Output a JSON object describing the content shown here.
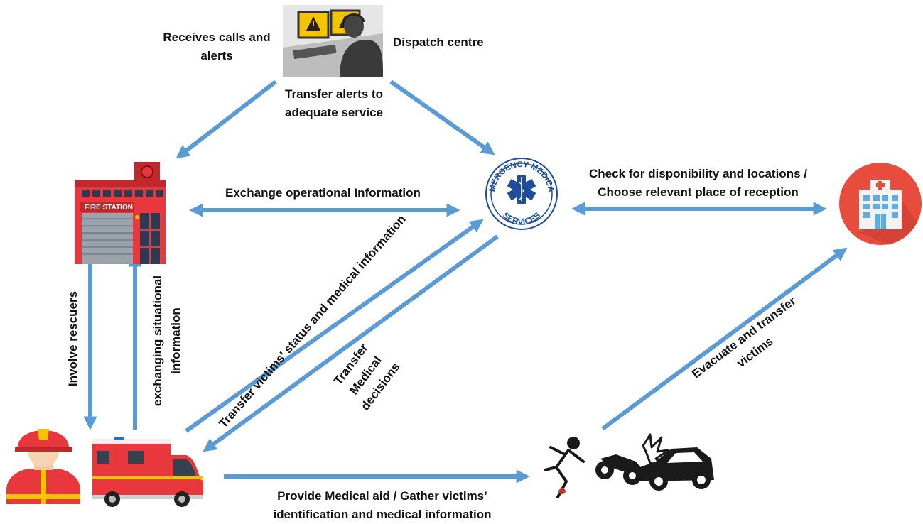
{
  "colors": {
    "arrow": "#5b9bd5",
    "fire_red": "#e8383d",
    "hospital_red": "#e84c3d",
    "label": "#111111"
  },
  "nodes": {
    "dispatch": {
      "label": "Dispatch centre",
      "icon": "operator-monitor-icon"
    },
    "fire_station": {
      "sign": "FIRE STATION",
      "icon": "fire-station-icon"
    },
    "ems": {
      "top_text": "EMERGENCY MEDICAL",
      "bottom_text": "SERVICES",
      "icon": "star-of-life-icon"
    },
    "hospital": {
      "icon": "hospital-icon"
    },
    "firefighter": {
      "icon": "firefighter-icon"
    },
    "ambulance": {
      "icon": "fire-ambulance-icon"
    },
    "accident": {
      "icon": "crash-scene-icon"
    }
  },
  "labels": {
    "receives_calls": [
      "Receives calls and",
      "alerts"
    ],
    "transfer_alerts": [
      "Transfer alerts to",
      "adequate service"
    ],
    "exchange_operational": "Exchange operational Information",
    "check_disponibility": [
      "Check for disponibility and locations /",
      "Choose relevant place of reception"
    ],
    "involve_rescuers": "Involve rescuers",
    "exchanging_situational": [
      "exchanging situational",
      "information"
    ],
    "transfer_victims_status": "Transfer victims’ status and medical information",
    "transfer_medical_decisions": [
      "Transfer",
      "Medical",
      "decisions"
    ],
    "evacuate_transfer": [
      "Evacuate and transfer",
      "victims"
    ],
    "provide_medical_aid": [
      "Provide Medical aid / Gather victims’",
      "identification and medical information"
    ]
  }
}
